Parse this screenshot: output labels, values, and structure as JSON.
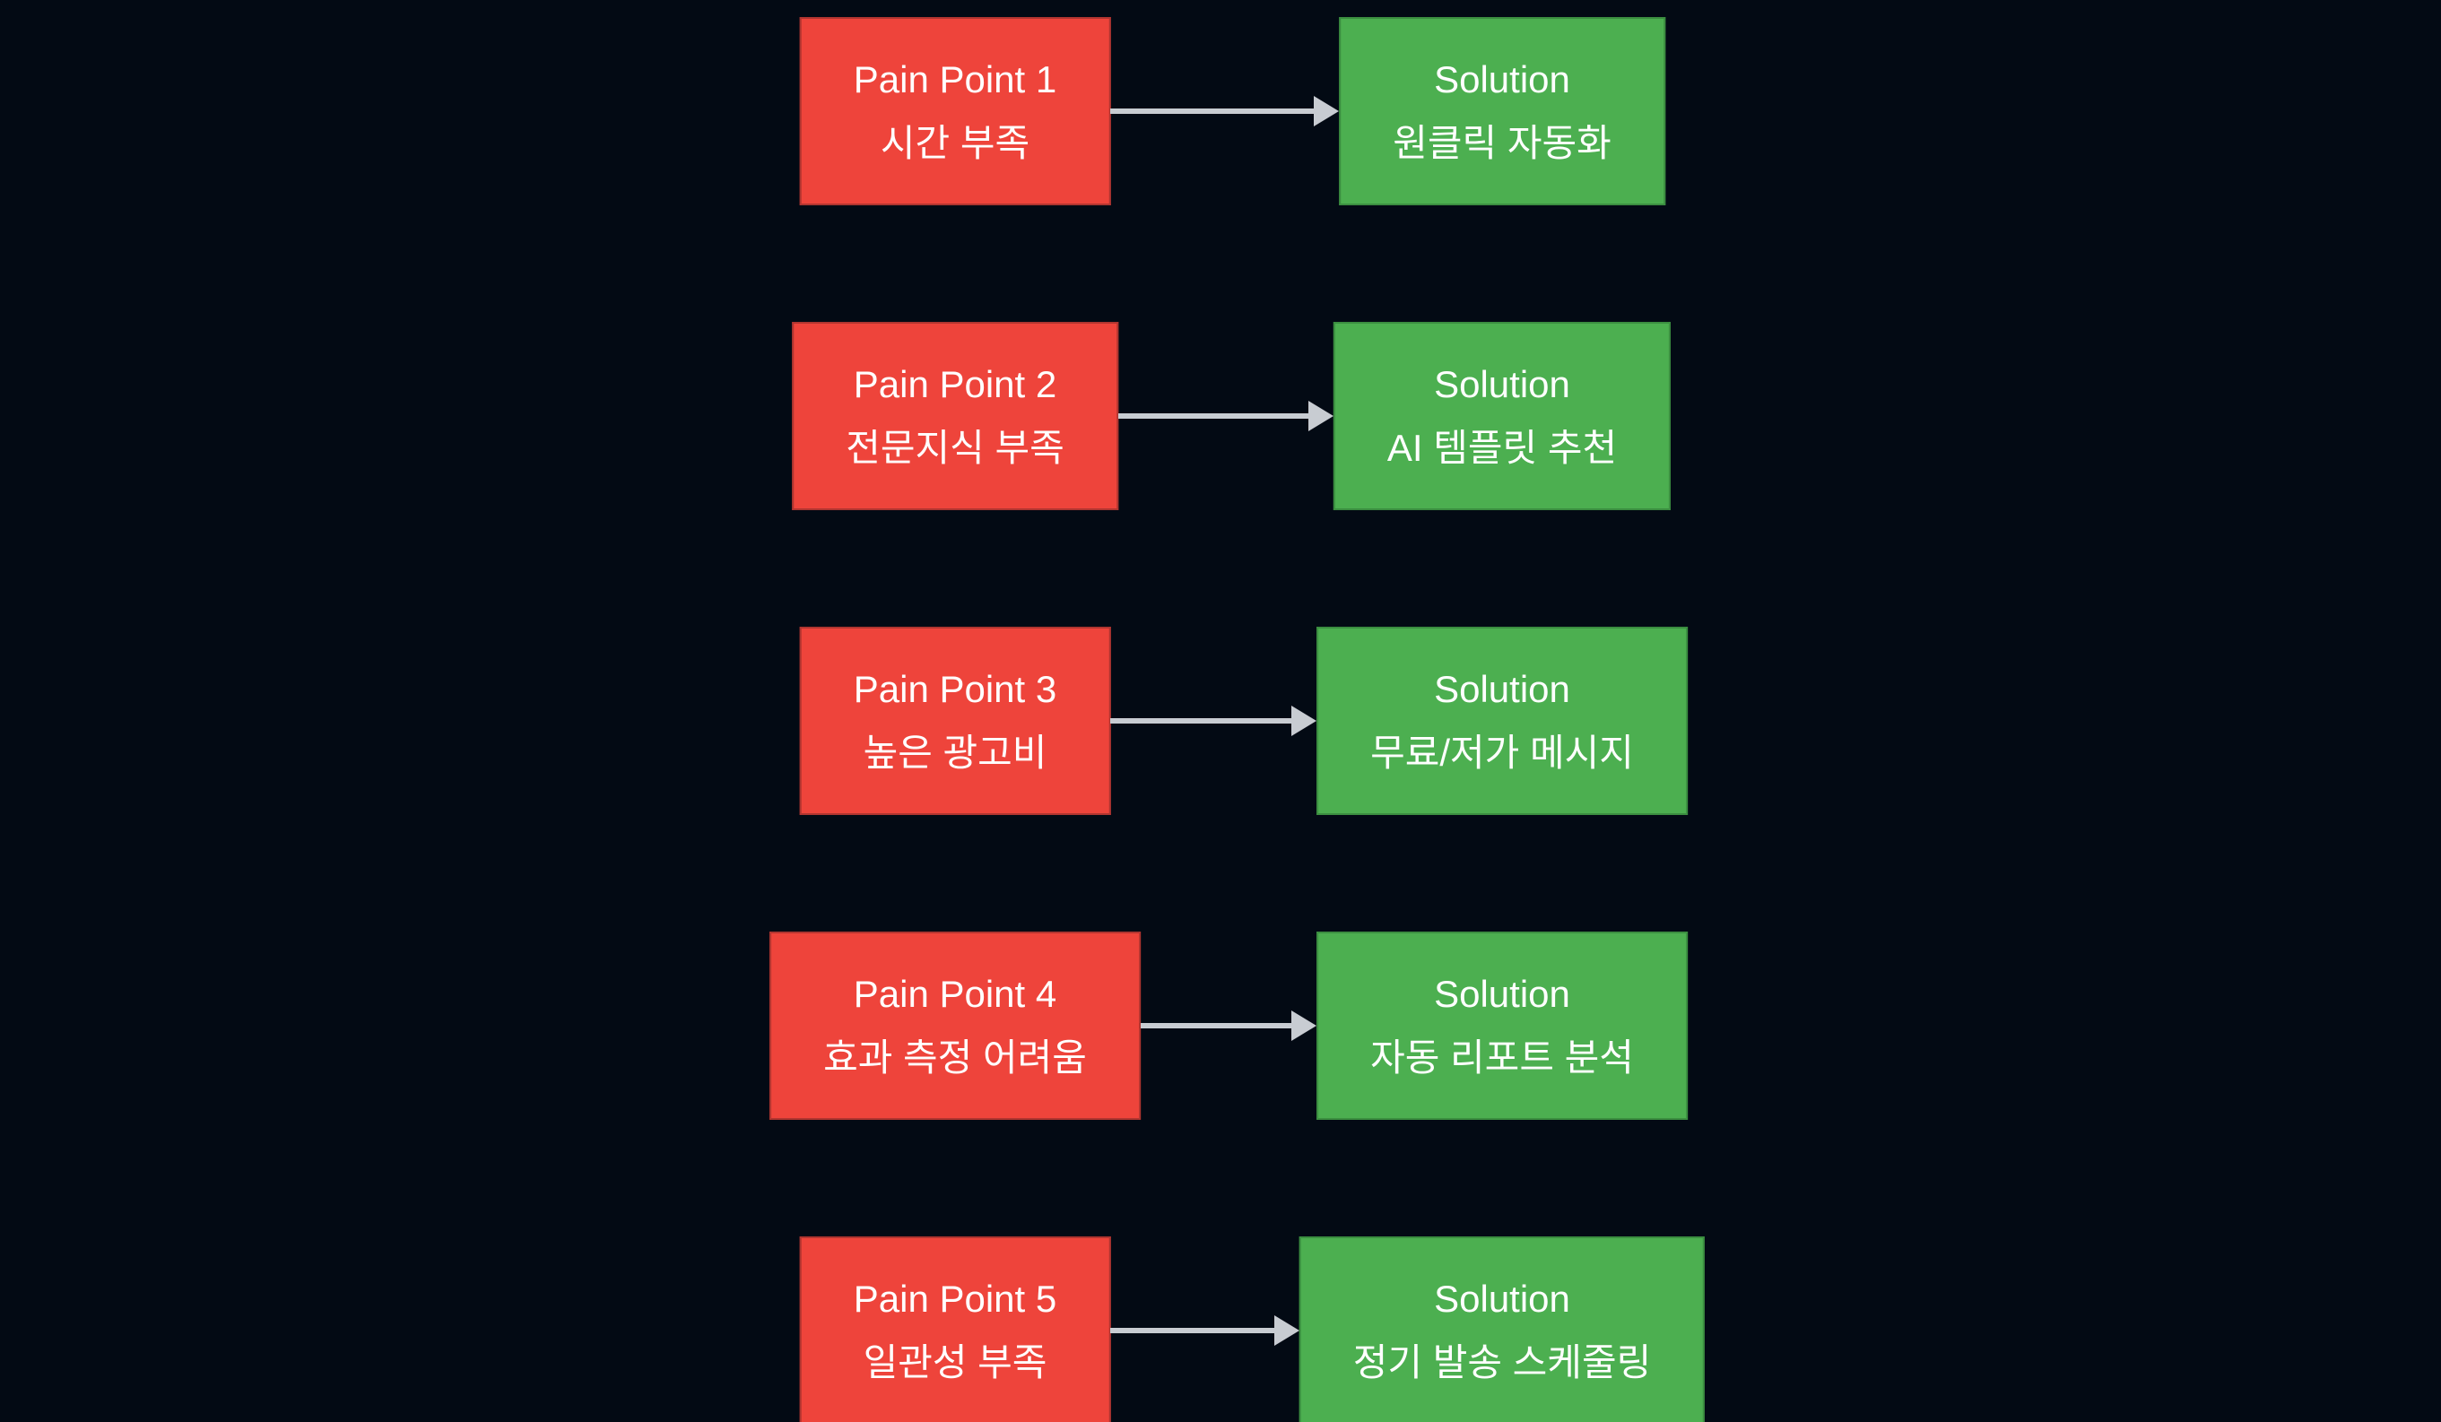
{
  "colors": {
    "background": "#030a14",
    "pain_fill": "#ee443b",
    "pain_border": "#b03530",
    "solution_fill": "#4caf50",
    "solution_border": "#3b8e40",
    "arrow": "#c8ccd2",
    "text": "#ffffff"
  },
  "diagram": {
    "type": "pain-solution-flowchart",
    "rows": [
      {
        "pain": {
          "title": "Pain Point 1",
          "subtitle": "시간 부족"
        },
        "solution": {
          "title": "Solution",
          "subtitle": "원클릭 자동화"
        }
      },
      {
        "pain": {
          "title": "Pain Point 2",
          "subtitle": "전문지식 부족"
        },
        "solution": {
          "title": "Solution",
          "subtitle": "AI 템플릿 추천"
        }
      },
      {
        "pain": {
          "title": "Pain Point 3",
          "subtitle": "높은 광고비"
        },
        "solution": {
          "title": "Solution",
          "subtitle": "무료/저가 메시지"
        }
      },
      {
        "pain": {
          "title": "Pain Point 4",
          "subtitle": "효과 측정 어려움"
        },
        "solution": {
          "title": "Solution",
          "subtitle": "자동 리포트 분석"
        }
      },
      {
        "pain": {
          "title": "Pain Point 5",
          "subtitle": "일관성 부족"
        },
        "solution": {
          "title": "Solution",
          "subtitle": "정기 발송 스케줄링"
        }
      }
    ]
  }
}
